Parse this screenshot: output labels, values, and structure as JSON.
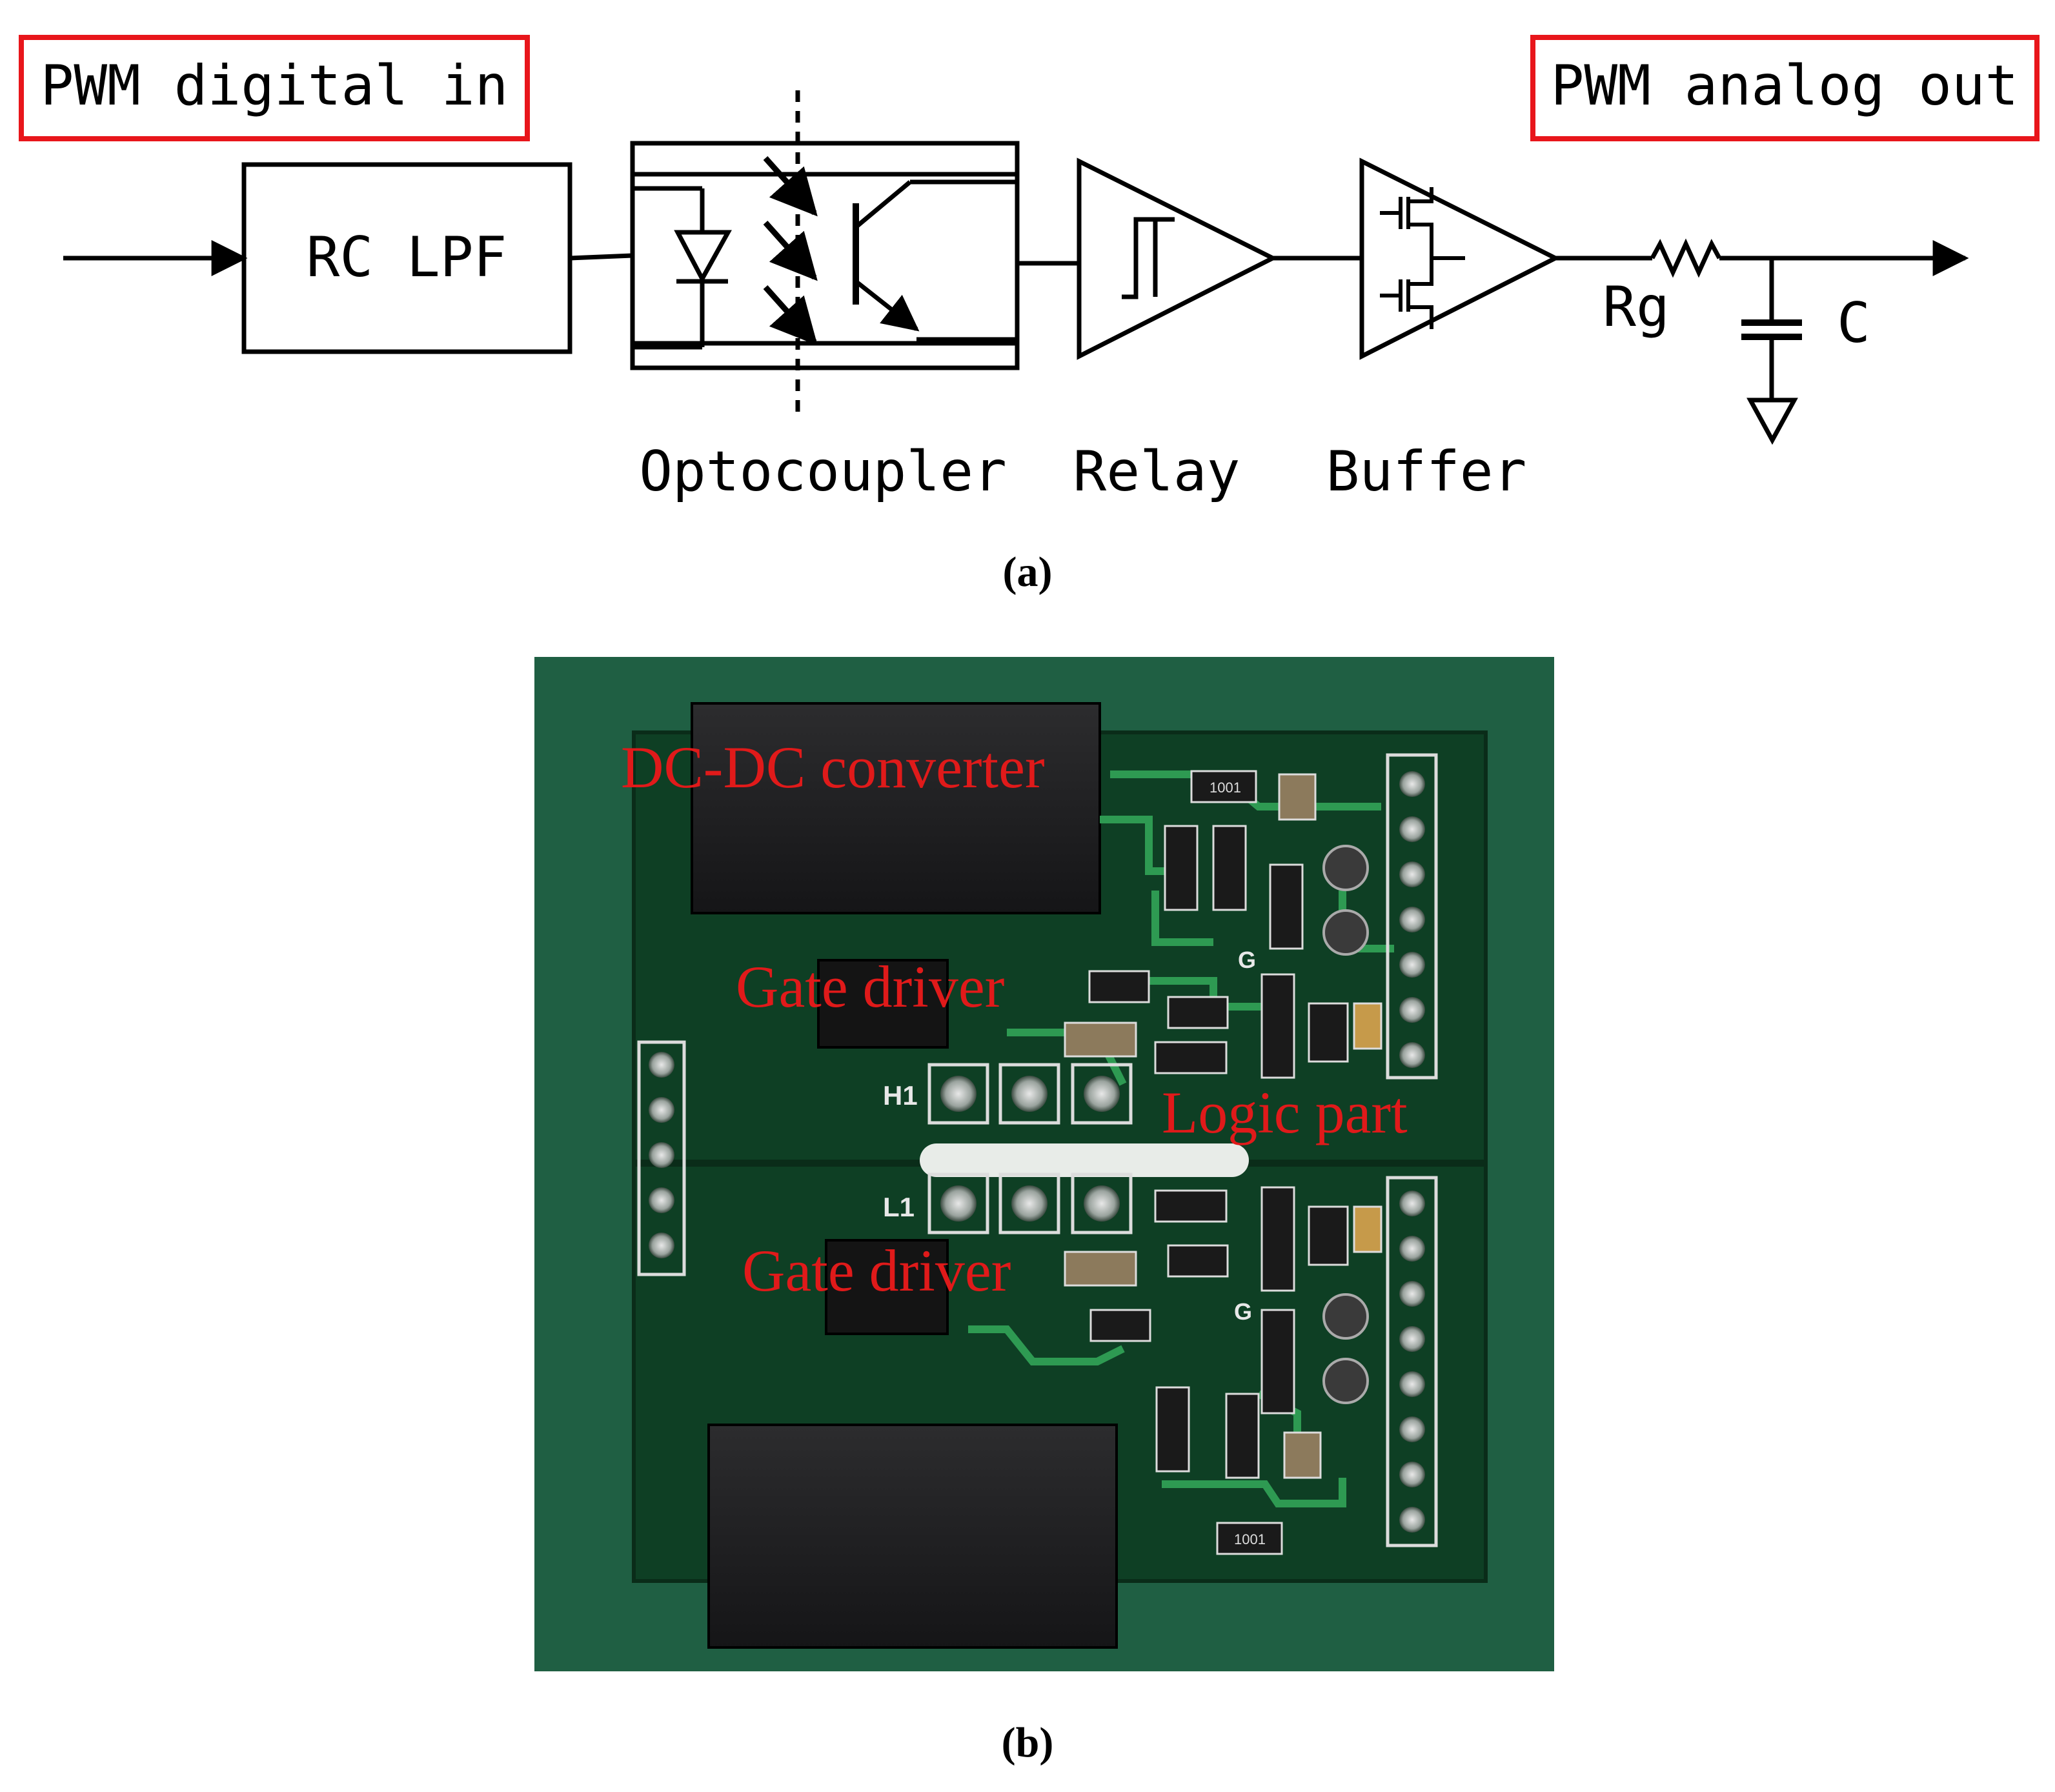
{
  "panel_a": {
    "input_label": "PWM digital in",
    "output_label": "PWM analog out",
    "block_rc": "RC LPF",
    "label_optocoupler": "Optocoupler",
    "label_relay": "Relay",
    "label_buffer": "Buffer",
    "label_rg": "Rg",
    "label_c": "C",
    "caption": "(a)",
    "highlight_color": "#e8161b"
  },
  "panel_b": {
    "label_dcdc": "DC-DC converter",
    "label_gate_driver_top": "Gate driver",
    "label_gate_driver_bottom": "Gate driver",
    "label_logic": "Logic part",
    "silk_h1": "H1",
    "silk_l1": "L1",
    "silk_g_top": "G",
    "silk_g_bottom": "G",
    "silk_r1": "1001",
    "silk_r2": "1001",
    "caption": "(b)",
    "board_color": "#1e5a3a",
    "label_color": "#e01a1a"
  }
}
